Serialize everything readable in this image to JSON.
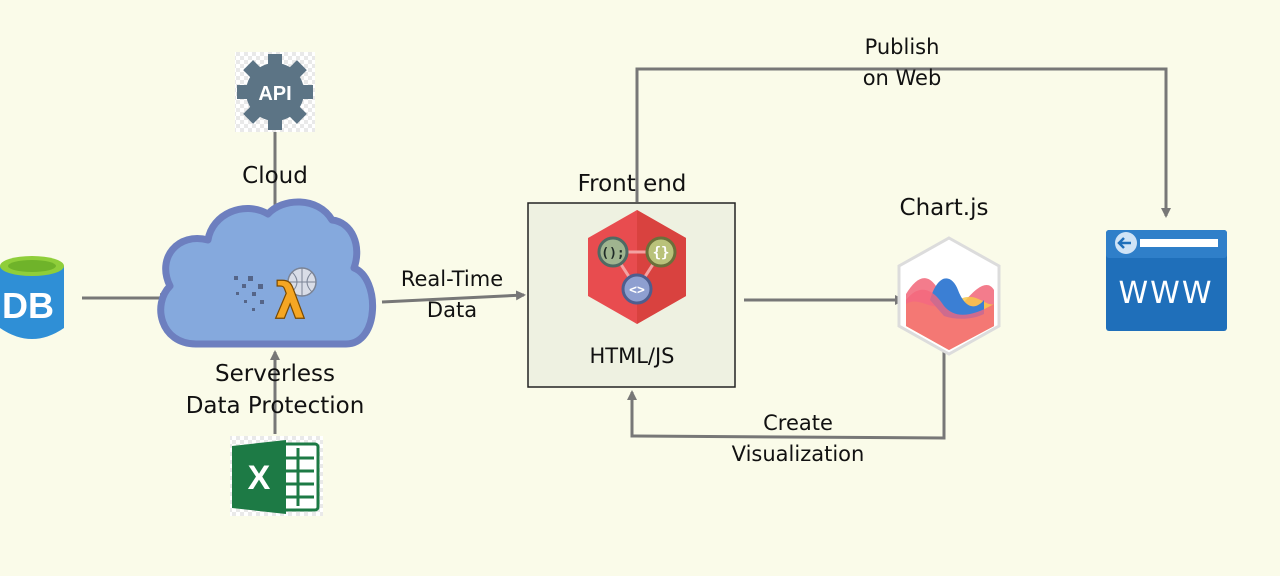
{
  "labels": {
    "cloud": "Cloud",
    "serverless_line1": "Serverless",
    "serverless_line2": "Data Protection",
    "realtime_line1": "Real-Time",
    "realtime_line2": "Data",
    "front_end": "Front end",
    "html_js": "HTML/JS",
    "chartjs": "Chart.js",
    "publish_line1": "Publish",
    "publish_line2": "on Web",
    "create_line1": "Create",
    "create_line2": "Visualization"
  },
  "icons": {
    "db": "DB",
    "api": "API",
    "excel": "X",
    "web": "WWW",
    "lambda": "λ",
    "json_obj": "{}",
    "code_fn": "();",
    "code_tag": "<>"
  },
  "colors": {
    "background": "#fafbe9",
    "arrow": "#777777",
    "db_blue": "#2f8fd6",
    "db_lid": "#8fce3a",
    "cloud_fill": "#85a9dd",
    "cloud_stroke": "#6d7fbf",
    "api_gear": "#5c7485",
    "excel_green": "#1d7a45",
    "hex_red": "#e84c4f",
    "web_blue": "#1f6fba",
    "frontend_box": "#eef1e1"
  }
}
